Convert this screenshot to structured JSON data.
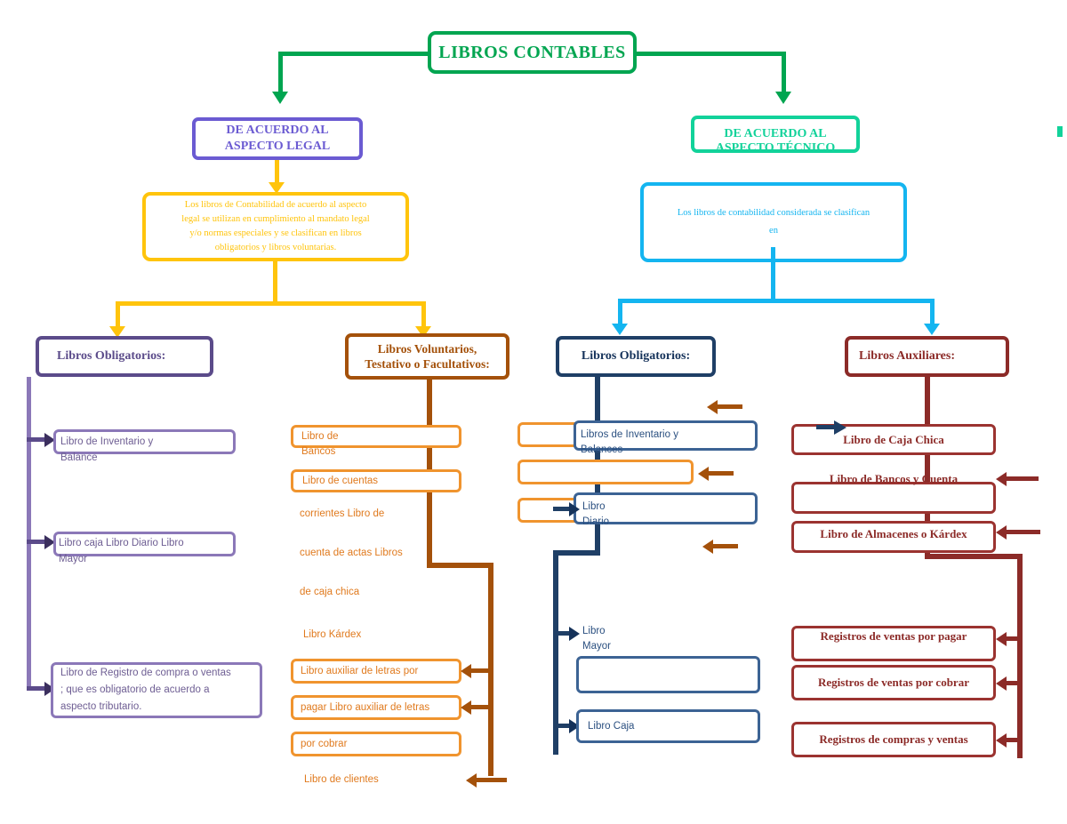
{
  "title": "LIBROS CONTABLES",
  "colors": {
    "root": "#00A550",
    "legal": "#6B5BD2",
    "tecnico": "#12D29A",
    "yellow": "#FFC40C",
    "cyan": "#14B5F0",
    "obligatorios_legal": "#5B4B8A",
    "voluntarios": "#A4510A",
    "obligatorios_tec": "#1F3F66",
    "auxiliares": "#8C2B28",
    "orange_items": "#F0942E",
    "purple_items": "#8B78B8",
    "navy_items": "#3C6394",
    "red_items": "#9B3330"
  },
  "root": {
    "label": "LIBROS CONTABLES"
  },
  "branches": [
    {
      "id": "legal",
      "header": "DE ACUERDO AL\nASPECTO LEGAL",
      "header_line1": "DE ACUERDO AL",
      "header_line2": "ASPECTO LEGAL",
      "description": "Los libros de Contabilidad de acuerdo al aspecto legal se utilizan en cumplimiento al mandato legal y/o normas especiales y se clasifican en libros obligatorios y libros voluntarias.",
      "description_lines": [
        "Los libros de Contabilidad de acuerdo al aspecto",
        "legal se utilizan en cumplimiento al mandato legal",
        "y/o normas especiales y se clasifican en libros",
        "obligatorios y libros voluntarias."
      ]
    },
    {
      "id": "tecnico",
      "header": "DE ACUERDO AL\nASPECTO TÉCNICO",
      "header_line1": "DE ACUERDO AL",
      "header_line2": "ASPECTO TÉCNICO",
      "description": "Los libros de contabilidad considerada se clasifican en",
      "description_lines": [
        "Los libros de contabilidad considerada se clasifican",
        "en"
      ]
    }
  ],
  "columns": [
    {
      "id": "obligatorios-legal",
      "header_line1": "Libros Obligatorios:",
      "header_line2": "",
      "items": [
        {
          "text": "Libro de Inventario y Balance",
          "line1": "Libro de Inventario y",
          "line2": "Balance"
        },
        {
          "text": "Libro caja Libro Diario Libro Mayor",
          "line1": "Libro caja Libro Diario Libro",
          "line2": "Mayor"
        },
        {
          "text": "Libro de Registro de compra o ventas ; que es obligatorio de acuerdo a aspecto tributario.",
          "line1": "Libro de Registro de compra o ventas",
          "line2": "; que es obligatorio de acuerdo a",
          "line3": "aspecto tributario."
        }
      ]
    },
    {
      "id": "voluntarios",
      "header_line1": "Libros Voluntarios,",
      "header_line2": "Testativo o Facultativos:",
      "items": [
        {
          "text": "Libro de Bancos",
          "line1": "Libro de",
          "line2": "Bancos"
        },
        {
          "text": "Libro de cuentas",
          "line1": "Libro de cuentas",
          "line2": ""
        },
        {
          "text": "corrientes Libro de",
          "line1": "corrientes Libro de",
          "line2": ""
        },
        {
          "text": "cuenta de actas Libros",
          "line1": "cuenta de actas Libros",
          "line2": ""
        },
        {
          "text": "de caja chica",
          "line1": "de caja chica",
          "line2": ""
        },
        {
          "text": "Libro Kárdex",
          "line1": "Libro Kárdex",
          "line2": ""
        },
        {
          "text": "Libro auxiliar de letras por",
          "line1": "Libro auxiliar de letras por",
          "line2": ""
        },
        {
          "text": "pagar Libro auxiliar de letras",
          "line1": "pagar Libro auxiliar de letras",
          "line2": ""
        },
        {
          "text": "por cobrar",
          "line1": "por cobrar",
          "line2": ""
        },
        {
          "text": "Libro de clientes",
          "line1": "Libro de clientes",
          "line2": ""
        }
      ]
    },
    {
      "id": "obligatorios-tecnico",
      "header_line1": "Libros Obligatorios:",
      "header_line2": "",
      "items": [
        {
          "text": "Libros de Inventario y Balances",
          "line1": "Libros de Inventario y",
          "line2": "Balances"
        },
        {
          "text": "",
          "line1": "",
          "line2": ""
        },
        {
          "text": "Libro Diario",
          "line1": "Libro",
          "line2": "Diario"
        },
        {
          "text": "Libro Mayor",
          "line1": "Libro",
          "line2": "Mayor"
        },
        {
          "text": "",
          "line1": "",
          "line2": ""
        },
        {
          "text": "Libro Caja",
          "line1": "Libro Caja",
          "line2": ""
        }
      ]
    },
    {
      "id": "auxiliares",
      "header_line1": "Libros Auxiliares:",
      "header_line2": "",
      "items": [
        {
          "text": "Libro de Caja Chica"
        },
        {
          "text": "Libro de Bancos y Cuenta"
        },
        {
          "text": "Libro de Almacenes o Kárdex"
        },
        {
          "text": "Registros de ventas por pagar"
        },
        {
          "text": "Registros de ventas por cobrar"
        },
        {
          "text": "Registros de compras y ventas"
        }
      ]
    }
  ]
}
